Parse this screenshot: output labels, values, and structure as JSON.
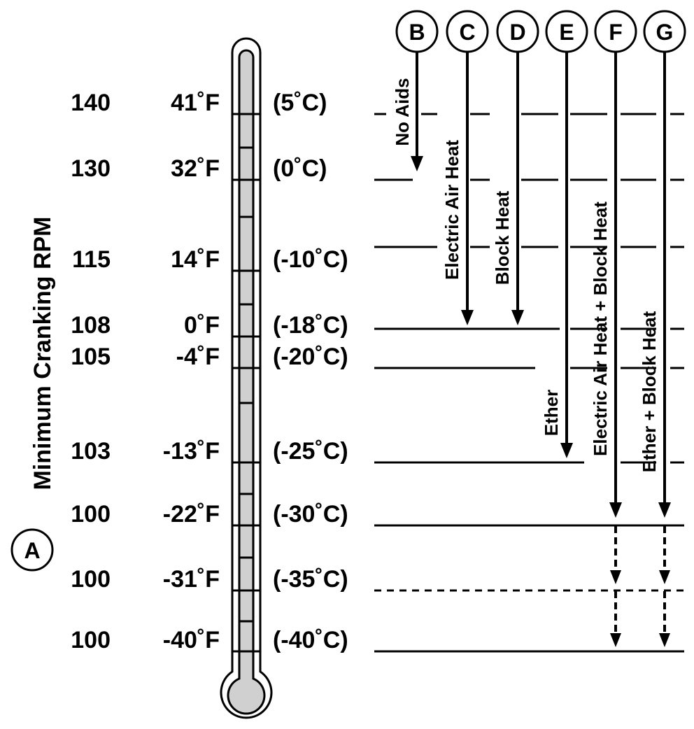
{
  "axis_title": "Minimum Cranking RPM",
  "axis_marker": "A",
  "rows": [
    {
      "rpm": "140",
      "degF": "41˚F",
      "degC": "(5˚C)"
    },
    {
      "rpm": "130",
      "degF": "32˚F",
      "degC": "(0˚C)"
    },
    {
      "rpm": "115",
      "degF": "14˚F",
      "degC": "(-10˚C)"
    },
    {
      "rpm": "108",
      "degF": "0˚F",
      "degC": "(-18˚C)"
    },
    {
      "rpm": "105",
      "degF": "-4˚F",
      "degC": "(-20˚C)"
    },
    {
      "rpm": "103",
      "degF": "-13˚F",
      "degC": "(-25˚C)"
    },
    {
      "rpm": "100",
      "degF": "-22˚F",
      "degC": "(-30˚C)"
    },
    {
      "rpm": "100",
      "degF": "-31˚F",
      "degC": "(-35˚C)"
    },
    {
      "rpm": "100",
      "degF": "-40˚F",
      "degC": "(-40˚C)"
    }
  ],
  "columns": [
    {
      "marker": "B",
      "label": "No Aids"
    },
    {
      "marker": "C",
      "label": "Electric Air Heat"
    },
    {
      "marker": "D",
      "label": "Block Heat"
    },
    {
      "marker": "E",
      "label": "Ether"
    },
    {
      "marker": "F",
      "label": "Electric Air Heat + Block Heat"
    },
    {
      "marker": "G",
      "label": "Ether + Block Heat"
    }
  ]
}
